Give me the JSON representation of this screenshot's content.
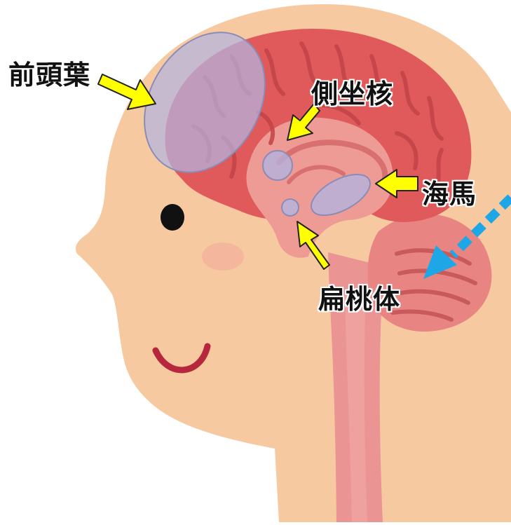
{
  "labels": {
    "frontal_lobe": "前頭葉",
    "nucleus_accumbens": "側坐核",
    "hippocampus": "海馬",
    "amygdala": "扁桃体"
  },
  "colors": {
    "skin": "#f7c9a1",
    "cerebrum": "#e05a5c",
    "cerebrum_lines": "#c24448",
    "inner_brain": "#ee9a95",
    "cerebellum": "#e88583",
    "brainstem": "#ea9593",
    "highlight_overlay": "#b3b4e0",
    "arrow_yellow": "#ffff00",
    "arrow_blue": "#1ea7e6",
    "eye": "#111111",
    "mouth": "#b6273e",
    "cheek": "#f3a79a"
  }
}
